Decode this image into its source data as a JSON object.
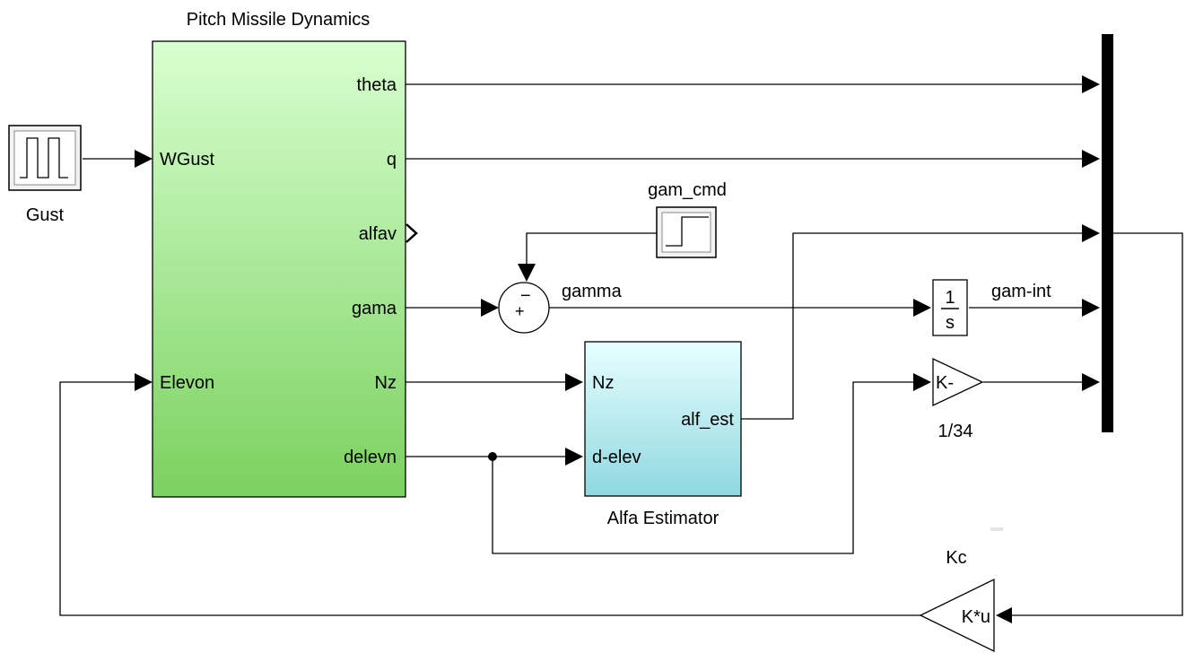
{
  "blocks": {
    "gust": {
      "name": "Gust"
    },
    "dynamics": {
      "name": "Pitch Missile Dynamics",
      "inputs": [
        "WGust",
        "Elevon"
      ],
      "outputs": [
        "theta",
        "q",
        "alfav",
        "gama",
        "Nz",
        "delevn"
      ],
      "colors": {
        "top": "#d8ffd0",
        "bottom": "#7bd160"
      }
    },
    "gam_cmd": {
      "name": "gam_cmd"
    },
    "sum": {
      "signs": [
        "+",
        "−"
      ]
    },
    "integrator": {
      "num": "1",
      "den": "s"
    },
    "estimator": {
      "name": "Alfa Estimator",
      "inputs": [
        "Nz",
        "d-elev"
      ],
      "outputs": [
        "alf_est"
      ],
      "colors": {
        "top": "#e8ffff",
        "bottom": "#8fd8e0"
      }
    },
    "gain_small": {
      "text": "K-",
      "name": "1/34"
    },
    "gain_kc": {
      "text": "K*u",
      "name": "Kc"
    }
  },
  "signals": {
    "gamma": "gamma",
    "gam_int": "gam-int"
  }
}
